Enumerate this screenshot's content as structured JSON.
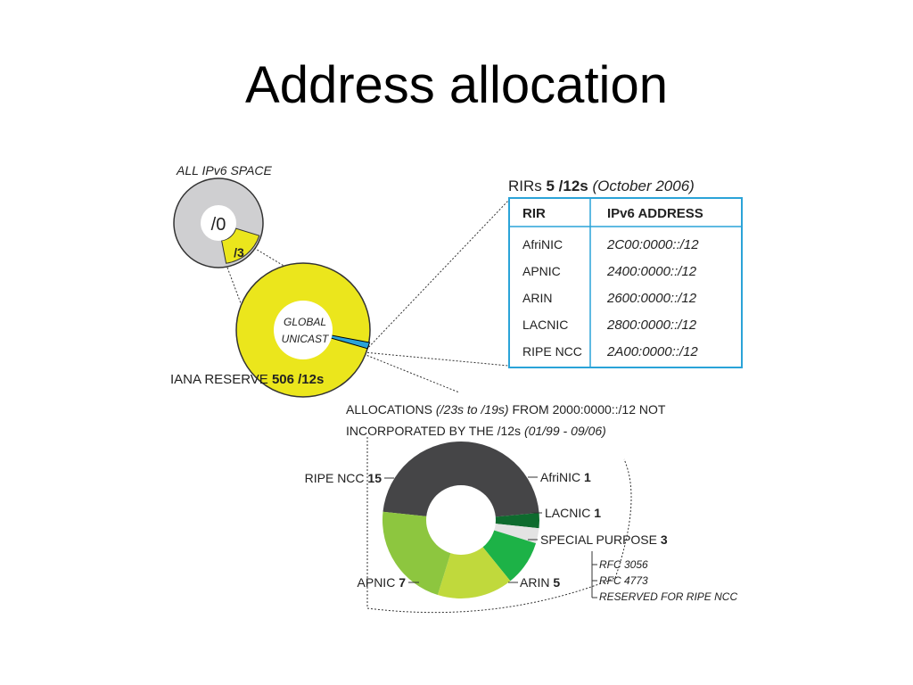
{
  "title": "Address allocation",
  "all_space": {
    "label": "ALL IPv6 SPACE",
    "whole": "/0",
    "slice": "/3"
  },
  "global_unicast": {
    "line1": "GLOBAL",
    "line2": "UNICAST"
  },
  "iana_reserve": {
    "prefix": "IANA RESERVE ",
    "value": "506 /12s"
  },
  "rirs": {
    "heading_prefix": "RIRs ",
    "heading_bold": "5 /12s",
    "heading_italic": " (October 2006)",
    "col_rir": "RIR",
    "col_addr": "IPv6 ADDRESS",
    "rows": [
      {
        "rir": "AfriNIC",
        "addr": "2C00:0000::/12"
      },
      {
        "rir": "APNIC",
        "addr": "2400:0000::/12"
      },
      {
        "rir": "ARIN",
        "addr": "2600:0000::/12"
      },
      {
        "rir": "LACNIC",
        "addr": "2800:0000::/12"
      },
      {
        "rir": "RIPE NCC",
        "addr": "2A00:0000::/12"
      }
    ]
  },
  "allocations": {
    "line1_a": "ALLOCATIONS ",
    "line1_b": "(/23s to /19s)",
    "line1_c": " FROM 2000:0000::/12 NOT",
    "line2_a": "INCORPORATED BY THE /12s  ",
    "line2_b": "(01/99 - 09/06)"
  },
  "chart_data": {
    "type": "pie",
    "slices": [
      {
        "label": "RIPE NCC",
        "value": 15,
        "color": "#454547"
      },
      {
        "label": "AfriNIC",
        "value": 1,
        "color": "#0e6b2e"
      },
      {
        "label": "LACNIC",
        "value": 1,
        "color": "#e3e3e3"
      },
      {
        "label": "SPECIAL PURPOSE",
        "value": 3,
        "color": "#1db247"
      },
      {
        "label": "ARIN",
        "value": 5,
        "color": "#c0d93c"
      },
      {
        "label": "APNIC",
        "value": 7,
        "color": "#8dc63f"
      }
    ],
    "special_purpose_notes": [
      "RFC 3056",
      "RFC 4773",
      "RESERVED FOR RIPE NCC"
    ]
  },
  "colors": {
    "yellow": "#ebe61c",
    "grey": "#cfcfd1",
    "table_border": "#2aa3d8"
  }
}
